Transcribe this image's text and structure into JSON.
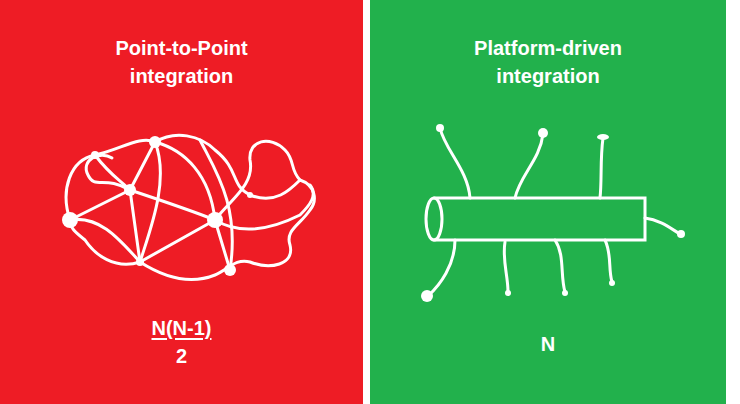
{
  "diagram": {
    "nodes": [
      {
        "text": [
          "Point-to-Point integration",
          "N(N-1)",
          "2"
        ]
      },
      {
        "text": [
          "Platform-driven integration",
          "N"
        ]
      }
    ]
  }
}
